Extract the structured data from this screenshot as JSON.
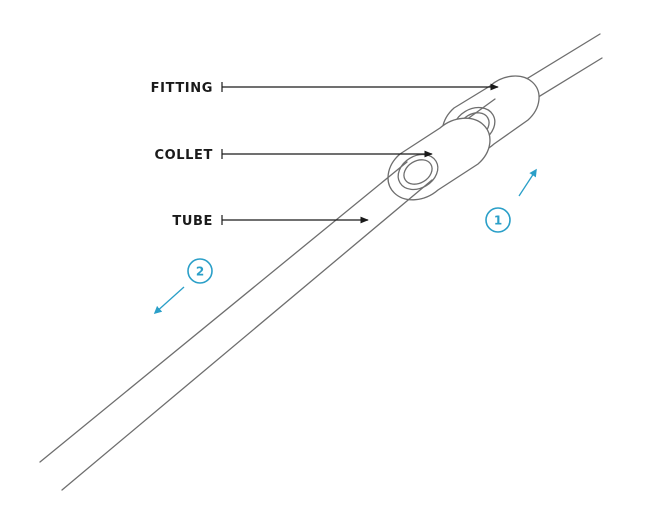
{
  "labels": {
    "fitting": "FITTING",
    "collet": "COLLET",
    "tube": "TUBE"
  },
  "steps": {
    "one": "1",
    "two": "2"
  },
  "colors": {
    "line": "#6e6e6e",
    "label": "#1a1a1a",
    "accent": "#2a9fc8"
  }
}
